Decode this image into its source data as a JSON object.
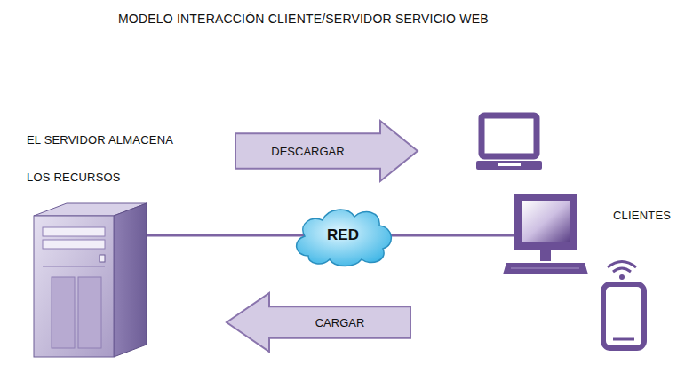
{
  "diagram": {
    "title": "MODELO INTERACCIÓN CLIENTE/SERVIDOR SERVICIO WEB",
    "nodes": [
      {
        "text": [
          "DESCARGAR"
        ]
      },
      {
        "text": [
          "RED"
        ]
      },
      {
        "text": [
          "CARGAR"
        ]
      }
    ],
    "labels": [
      "EL SERVIDOR ALMACENA",
      "LOS RECURSOS",
      "CLIENTES"
    ]
  }
}
